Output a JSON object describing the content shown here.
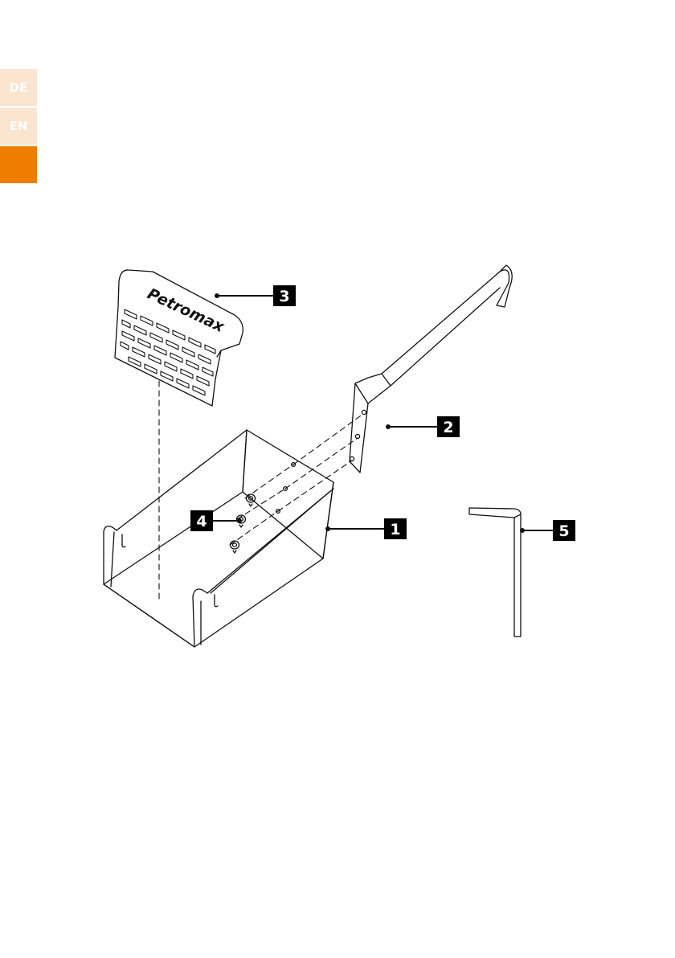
{
  "sidebar": {
    "tabs": [
      {
        "label": "DE",
        "color": "#fbe5d0",
        "active": false
      },
      {
        "label": "EN",
        "color": "#fbe5d0",
        "active": false
      },
      {
        "label": "",
        "color": "#ef7d00",
        "active": true
      }
    ]
  },
  "illustration": {
    "logo_text": "Petromax",
    "callouts": [
      {
        "number": "1",
        "part": "base-tray"
      },
      {
        "number": "2",
        "part": "handle"
      },
      {
        "number": "3",
        "part": "grate-cover"
      },
      {
        "number": "4",
        "part": "screws"
      },
      {
        "number": "5",
        "part": "hex-key"
      }
    ]
  },
  "colors": {
    "accent": "#ef7d00",
    "accent_light": "#fbe5d0",
    "line": "#111111",
    "callout_bg": "#000000"
  }
}
